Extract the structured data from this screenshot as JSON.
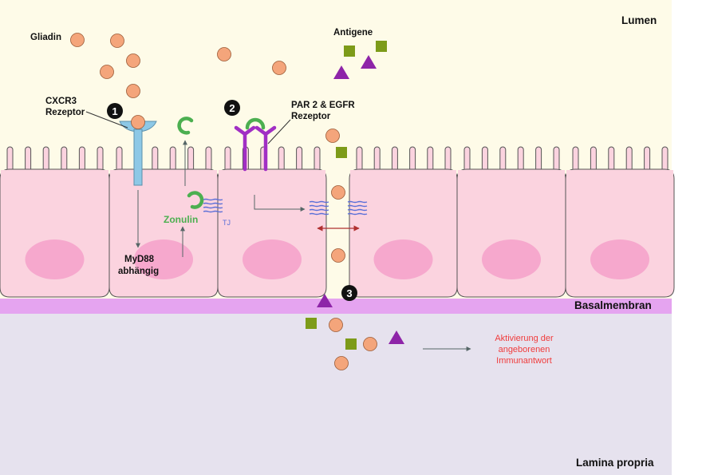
{
  "labels": {
    "lumen": "Lumen",
    "gliadin": "Gliadin",
    "antigene": "Antigene",
    "cxcr3_line1": "CXCR3",
    "cxcr3_line2": "Rezeptor",
    "par2_line1": "PAR 2 & EGFR",
    "par2_line2": "Rezeptor",
    "zonulin": "Zonulin",
    "tj": "TJ",
    "myd88_line1": "MyD88",
    "myd88_line2": "abhängig",
    "basalmembran": "Basalmembran",
    "lamina": "Lamina propria",
    "immun_line1": "Aktivierung der",
    "immun_line2": "angeborenen",
    "immun_line3": "Immunantwort"
  },
  "steps": [
    "1",
    "2",
    "3"
  ],
  "colors": {
    "lumen_bg": "#fefbe8",
    "lamina_bg": "#e6e2ee",
    "basal_membrane": "#e5a4f0",
    "cell_fill": "#fbd3df",
    "cell_outline": "#555555",
    "nucleus": "#f6a8cd",
    "gliadin": "#f4a57b",
    "antigen_square": "#7d9b19",
    "antigen_triangle": "#8e24a8",
    "zonulin": "#4caf50",
    "cxcr3_receptor": "#8dc8e6",
    "par2_receptor": "#a12fc4",
    "tight_junction": "#5b6fd8",
    "immune_text": "#f03c3c",
    "paracellular_arrow": "#b03030"
  }
}
